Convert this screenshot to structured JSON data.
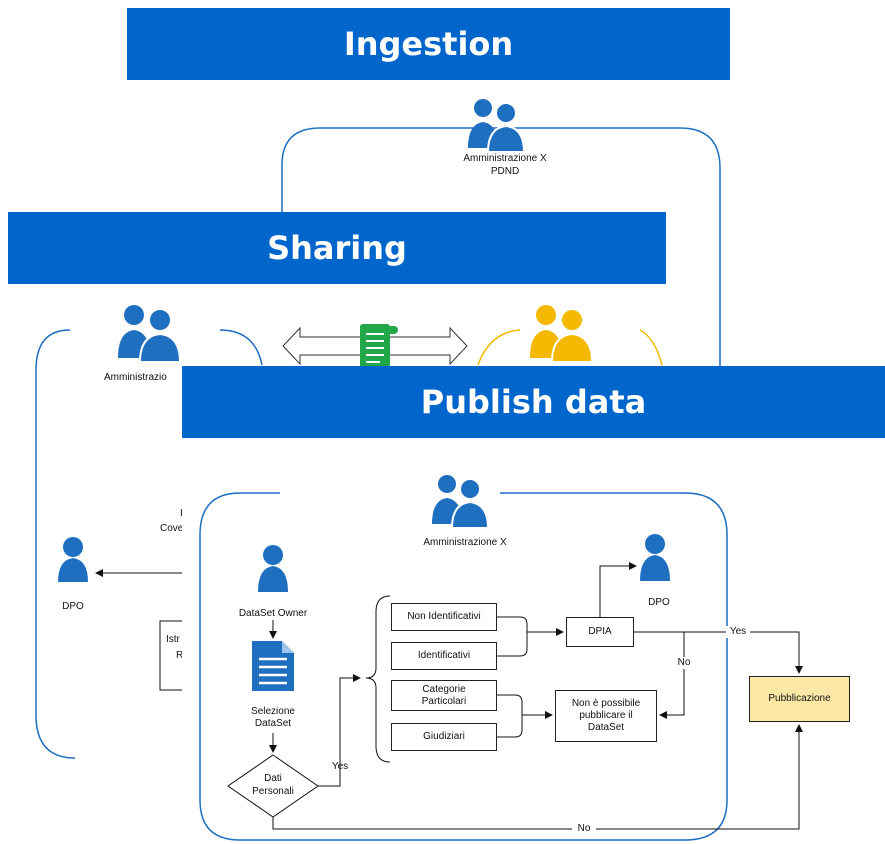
{
  "banners": {
    "ingestion": "Ingestion",
    "sharing": "Sharing",
    "publish": "Publish data"
  },
  "ingestion": {
    "actor_line1": "Amministrazione X",
    "actor_line2": "PDND"
  },
  "sharing": {
    "actor_left": "Amministrazio",
    "dpo": "DPO",
    "partial_cove": "Cove",
    "partial_istr": "Istr",
    "partial_r": "R",
    "partial_i": "I"
  },
  "publish": {
    "actor": "Amministrazione X",
    "dataset_owner": "DataSet Owner",
    "selection_line1": "Selezione",
    "selection_line2": "DataSet",
    "decision_line1": "Dati",
    "decision_line2": "Personali",
    "yes_label": "Yes",
    "no_label": "No",
    "categories": {
      "non_ident": "Non Identificativi",
      "ident": "Identificativi",
      "cat_part_line1": "Categorie",
      "cat_part_line2": "Particolari",
      "giudiziari": "Giudiziari"
    },
    "dpia": "DPIA",
    "dpo": "DPO",
    "yes_dpia": "Yes",
    "no_dpia": "No",
    "non_possibile_line1": "Non è possibile",
    "non_possibile_line2": "pubblicare il",
    "non_possibile_line3": "DataSet",
    "pubblicazione": "Pubblicazione",
    "no_bottom": "No"
  },
  "colors": {
    "banner": "#0066cc",
    "person_blue": "#1f6fc0",
    "person_yellow": "#f5b800",
    "document_green": "#22a64a",
    "pubblicazione_fill": "#fbe8a6"
  },
  "icons": [
    "people-group-icon",
    "person-icon",
    "document-icon",
    "scroll-document-icon",
    "double-arrow-icon"
  ]
}
